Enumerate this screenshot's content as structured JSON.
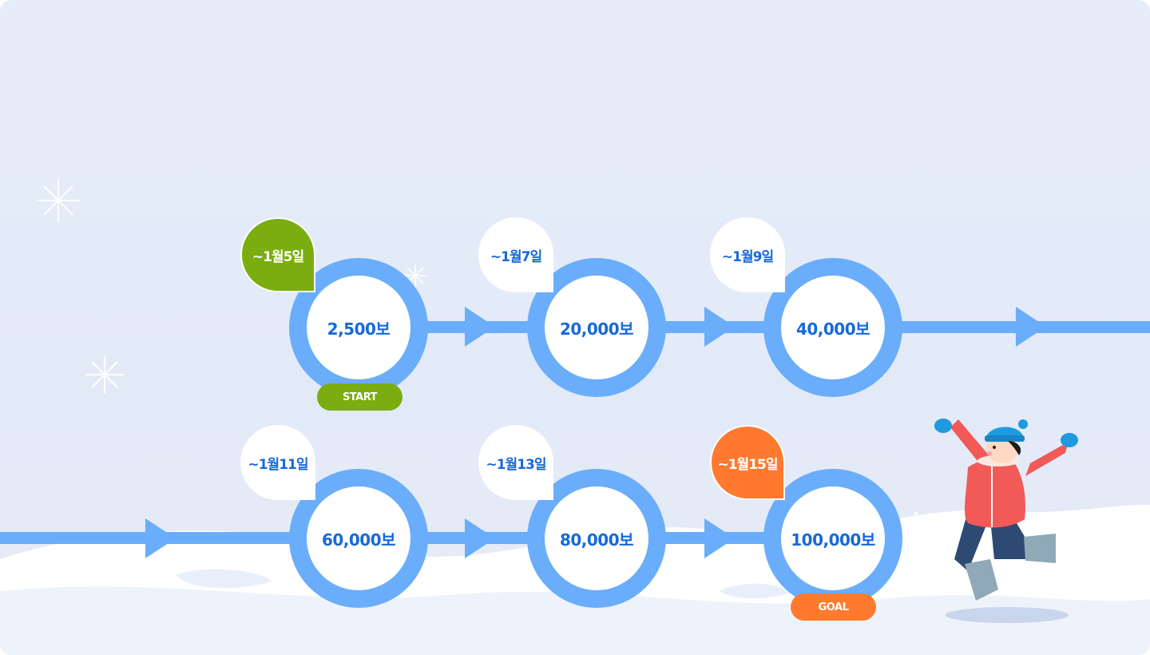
{
  "colors": {
    "path": "#6aadfb",
    "value_text": "#1769d8",
    "start": "#7aad0f",
    "goal": "#ff7a2f",
    "background": "#e6edf9"
  },
  "milestones": [
    {
      "date": "~1월5일",
      "value": "2,500보",
      "tag": "START"
    },
    {
      "date": "~1월7일",
      "value": "20,000보"
    },
    {
      "date": "~1월9일",
      "value": "40,000보"
    },
    {
      "date": "~1월11일",
      "value": "60,000보"
    },
    {
      "date": "~1월13일",
      "value": "80,000보"
    },
    {
      "date": "~1월15일",
      "value": "100,000보",
      "tag": "GOAL"
    }
  ],
  "illustration": {
    "name": "jumping-child-in-winter-clothes"
  }
}
